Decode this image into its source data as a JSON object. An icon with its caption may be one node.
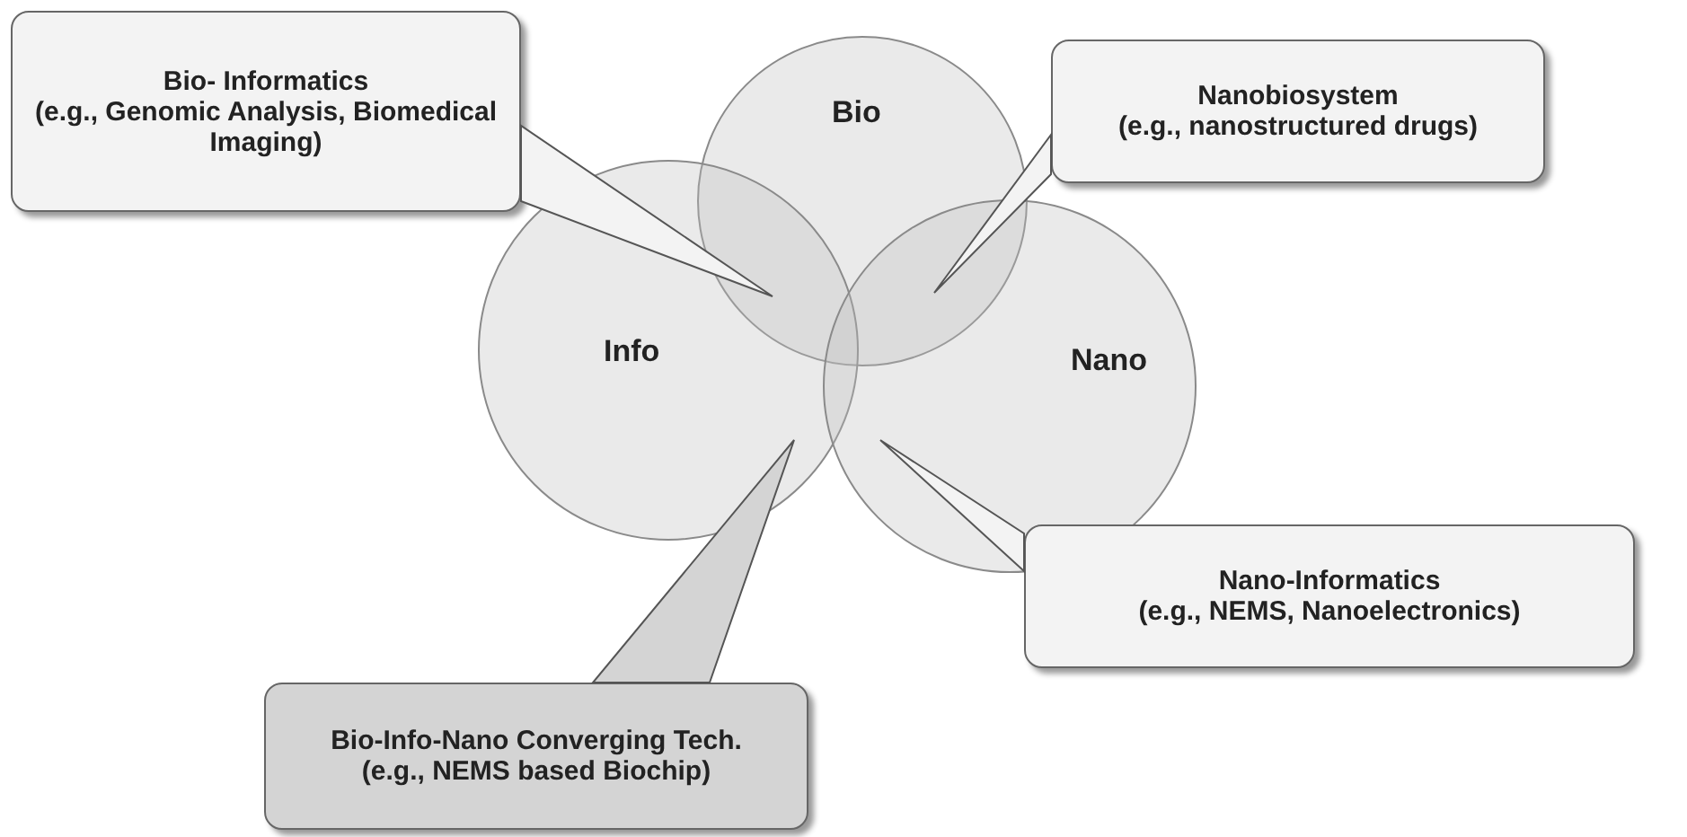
{
  "diagram": {
    "nodes": [
      {
        "text": [
          "Bio- Informatics",
          "(e.g., Genomic Analysis, Biomedical Imaging)"
        ]
      },
      {
        "text": [
          "Bio"
        ]
      },
      {
        "text": [
          "Nanobiosystem",
          "(e.g., nanostructured drugs)"
        ]
      },
      {
        "text": [
          "Info"
        ]
      },
      {
        "text": [
          "Nano"
        ]
      },
      {
        "text": [
          "Nano-Informatics",
          "(e.g., NEMS, Nanoelectronics)"
        ]
      },
      {
        "text": [
          "Bio-Info-Nano Converging Tech.",
          "(e.g., NEMS based Biochip)"
        ]
      }
    ],
    "edges": [
      {
        "from": 0,
        "to": null,
        "arrow": "to"
      },
      {
        "from": 2,
        "to": null,
        "arrow": "to"
      },
      {
        "from": 5,
        "to": null,
        "arrow": "to"
      },
      {
        "from": 6,
        "to": null,
        "arrow": "to"
      }
    ]
  }
}
